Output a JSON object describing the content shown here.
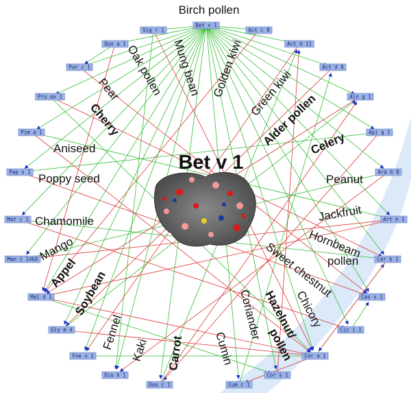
{
  "title": "Bet v 1",
  "top_label": "Birch pollen",
  "colors": {
    "node_fill": "#9bb2e6",
    "node_stroke": "#5a74b8",
    "arrow": "#1b2bd0",
    "edge_green": "#33bb33",
    "edge_red": "#dd3333",
    "background_band": "#dbe9f8"
  },
  "hub": "Bet v 1",
  "allergens": [
    {
      "id": "Bet v 1"
    },
    {
      "id": "Vig r 1"
    },
    {
      "id": "Act c 8"
    },
    {
      "id": "Act d 11"
    },
    {
      "id": "Quo a 1"
    },
    {
      "id": "Act d 8"
    },
    {
      "id": "Pur c 1"
    },
    {
      "id": "Pru av 1"
    },
    {
      "id": "Aln g 1"
    },
    {
      "id": "Pim a 1"
    },
    {
      "id": "Api g 1"
    },
    {
      "id": "Pap s 1"
    },
    {
      "id": "Ara h 8"
    },
    {
      "id": "Mat c 1"
    },
    {
      "id": "Art h 1"
    },
    {
      "id": "Man i 14kD"
    },
    {
      "id": "Car b 1"
    },
    {
      "id": "Mal d 1"
    },
    {
      "id": "Cas s 1"
    },
    {
      "id": "Gly m 4"
    },
    {
      "id": "Cic i 1"
    },
    {
      "id": "Foe v 1"
    },
    {
      "id": "Cor a 1"
    },
    {
      "id": "Dio k 1"
    },
    {
      "id": "Dau c 1"
    },
    {
      "id": "Cum c 1"
    },
    {
      "id": "Cor s 1"
    }
  ],
  "sources": [
    {
      "text": "Mung bean",
      "bold": false
    },
    {
      "text": "Golden kiwi",
      "bold": false
    },
    {
      "text": "Oak pollen",
      "bold": false
    },
    {
      "text": "Green kiwi",
      "bold": false
    },
    {
      "text": "Pear",
      "bold": false
    },
    {
      "text": "Cherry",
      "bold": true
    },
    {
      "text": "Alder pollen",
      "bold": true
    },
    {
      "text": "Aniseed",
      "bold": false
    },
    {
      "text": "Celery",
      "bold": true
    },
    {
      "text": "Poppy seed",
      "bold": false
    },
    {
      "text": "Peanut",
      "bold": false
    },
    {
      "text": "Chamomile",
      "bold": false
    },
    {
      "text": "Jackfruit",
      "bold": false
    },
    {
      "text": "Hornbeam",
      "bold": false
    },
    {
      "text": "pollen",
      "bold": false
    },
    {
      "text": "Mango",
      "bold": false
    },
    {
      "text": "Sweet chestnut",
      "bold": false
    },
    {
      "text": "Appel",
      "bold": true
    },
    {
      "text": "Soybean",
      "bold": true
    },
    {
      "text": "Chicory",
      "bold": false
    },
    {
      "text": "Hazelnut/",
      "bold": true
    },
    {
      "text": "pollen",
      "bold": true
    },
    {
      "text": "Fennel",
      "bold": false
    },
    {
      "text": "Kaki",
      "bold": false
    },
    {
      "text": "Carrot",
      "bold": true
    },
    {
      "text": "Cumin",
      "bold": false
    },
    {
      "text": "Coriander",
      "bold": false
    }
  ]
}
